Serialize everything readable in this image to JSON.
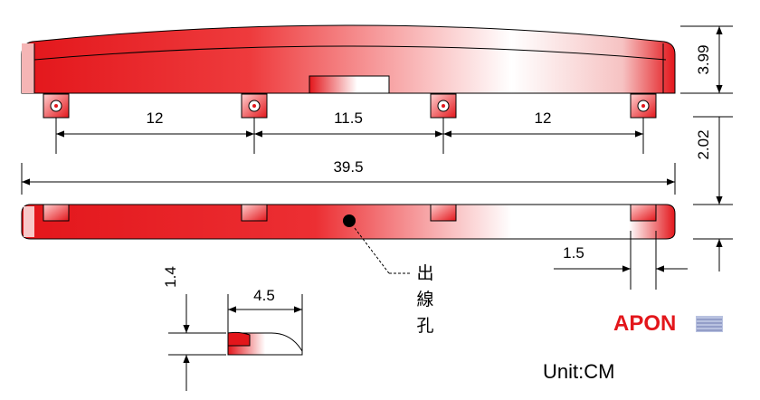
{
  "dimensions": {
    "gap1": "12",
    "gap2": "11.5",
    "gap3": "12",
    "total_length": "39.5",
    "height_top": "3.99",
    "height_mid": "2.02",
    "end_width": "1.5",
    "profile_height": "1.4",
    "profile_width": "4.5"
  },
  "callout": {
    "label_chars": [
      "出",
      "線",
      "孔"
    ]
  },
  "unit_label": "Unit:CM",
  "brand": {
    "name": "APON"
  },
  "colors": {
    "body_red": "#e3161b",
    "highlight": "#ffffff",
    "outline": "#000000"
  }
}
